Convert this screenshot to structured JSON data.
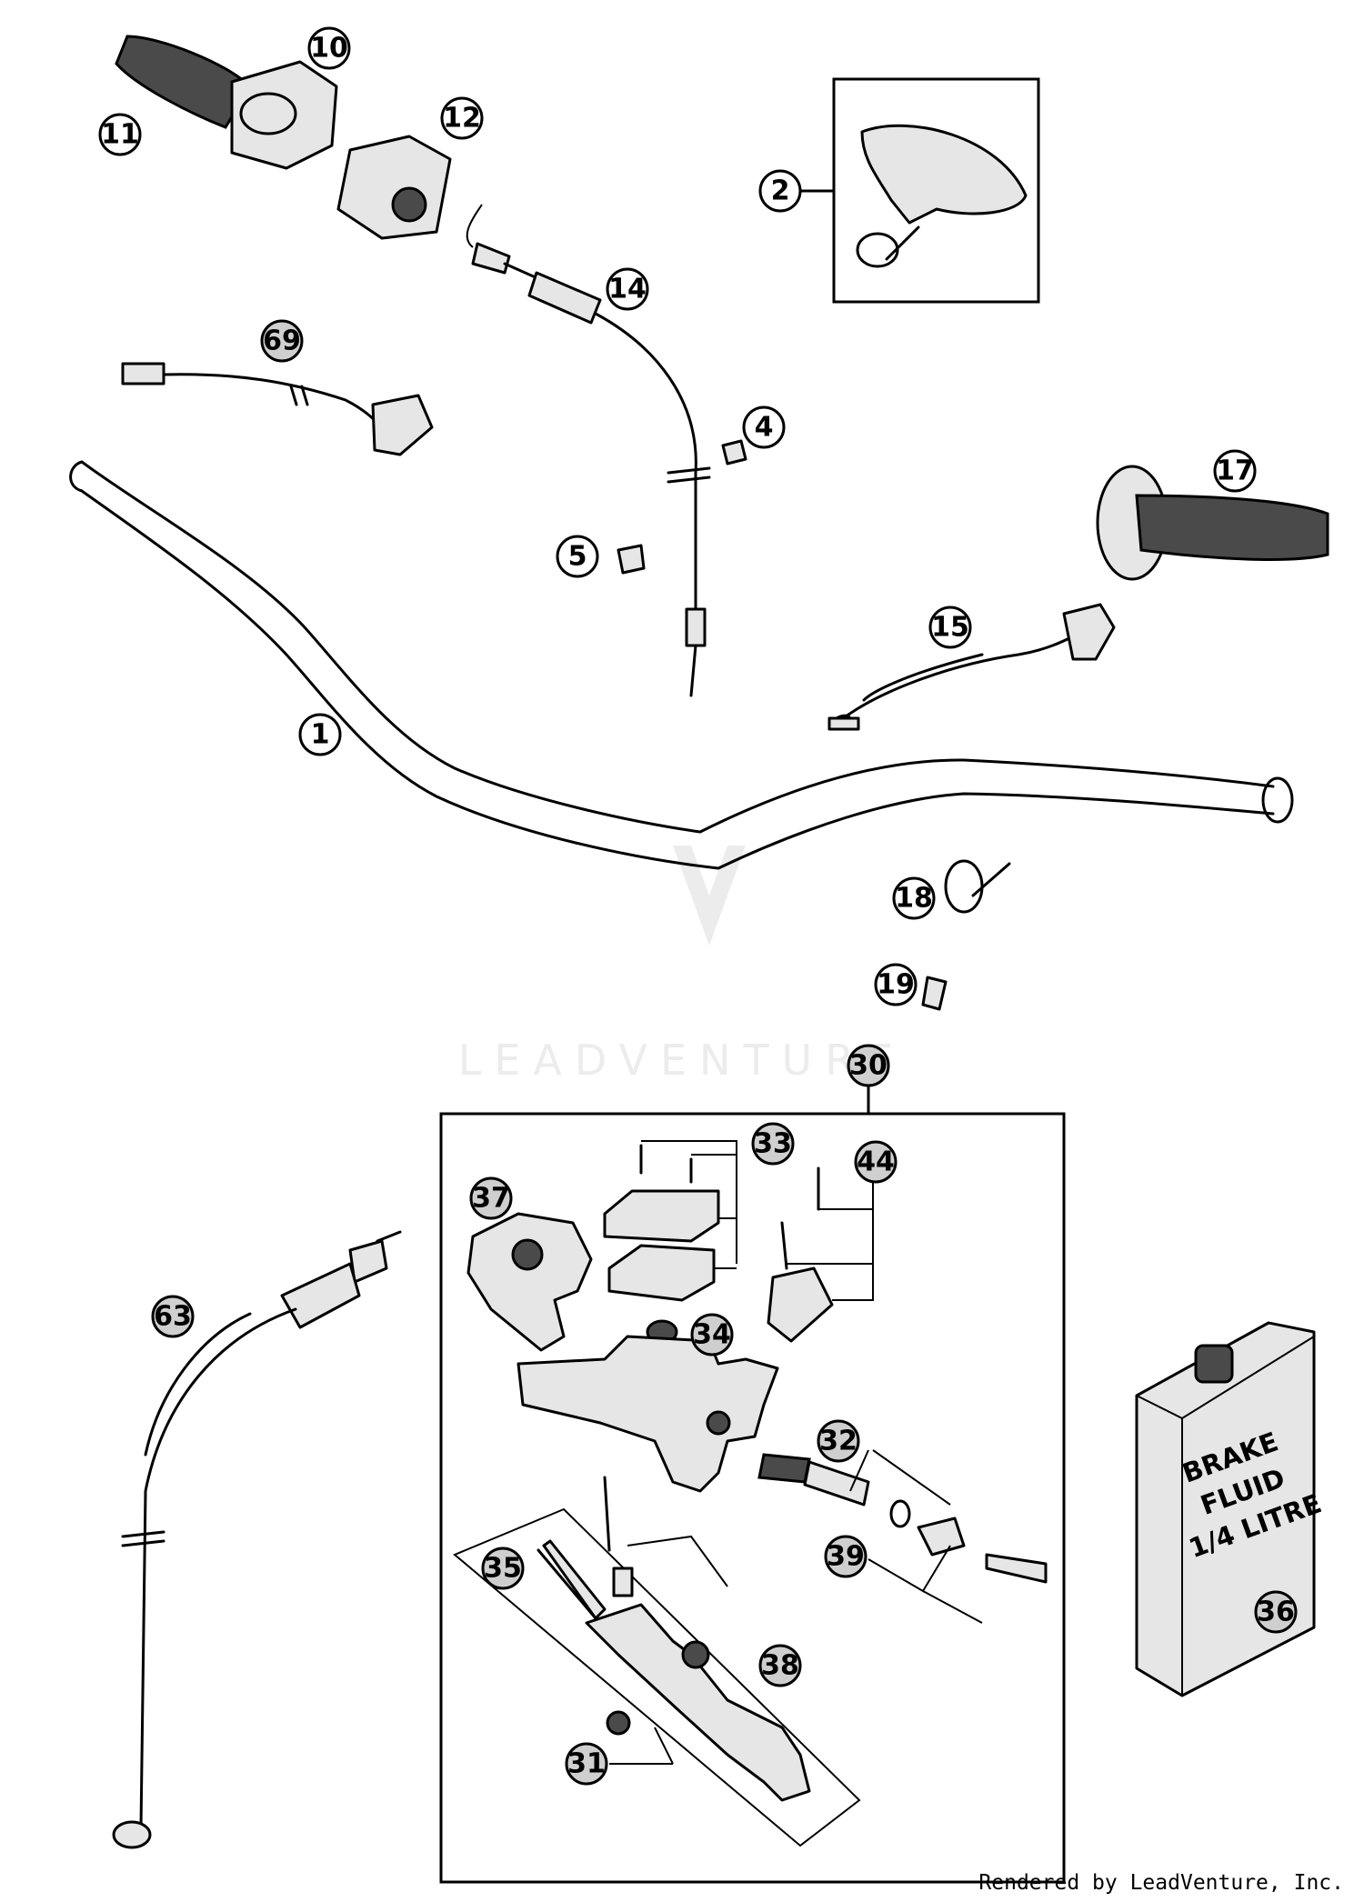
{
  "callouts": [
    {
      "id": "10",
      "shaded": false
    },
    {
      "id": "11",
      "shaded": false
    },
    {
      "id": "12",
      "shaded": false
    },
    {
      "id": "2",
      "shaded": false
    },
    {
      "id": "14",
      "shaded": false
    },
    {
      "id": "69",
      "shaded": true
    },
    {
      "id": "4",
      "shaded": false
    },
    {
      "id": "5",
      "shaded": false
    },
    {
      "id": "17",
      "shaded": false
    },
    {
      "id": "15",
      "shaded": false
    },
    {
      "id": "1",
      "shaded": false
    },
    {
      "id": "18",
      "shaded": false
    },
    {
      "id": "19",
      "shaded": false
    },
    {
      "id": "30",
      "shaded": true
    },
    {
      "id": "33",
      "shaded": true
    },
    {
      "id": "44",
      "shaded": true
    },
    {
      "id": "37",
      "shaded": true
    },
    {
      "id": "34",
      "shaded": true
    },
    {
      "id": "63",
      "shaded": true
    },
    {
      "id": "32",
      "shaded": true
    },
    {
      "id": "39",
      "shaded": true
    },
    {
      "id": "36",
      "shaded": true
    },
    {
      "id": "35",
      "shaded": true
    },
    {
      "id": "38",
      "shaded": true
    },
    {
      "id": "31",
      "shaded": true
    }
  ],
  "brake_fluid_label": [
    "BRAKE",
    "FLUID",
    "1/4 LITRE"
  ],
  "watermark": "LEADVENTURE",
  "footer": "Rendered by LeadVenture, Inc.",
  "colors": {
    "ink": "#000000",
    "shade": "#cfcfcf",
    "part_fill": "#e6e6e6"
  }
}
